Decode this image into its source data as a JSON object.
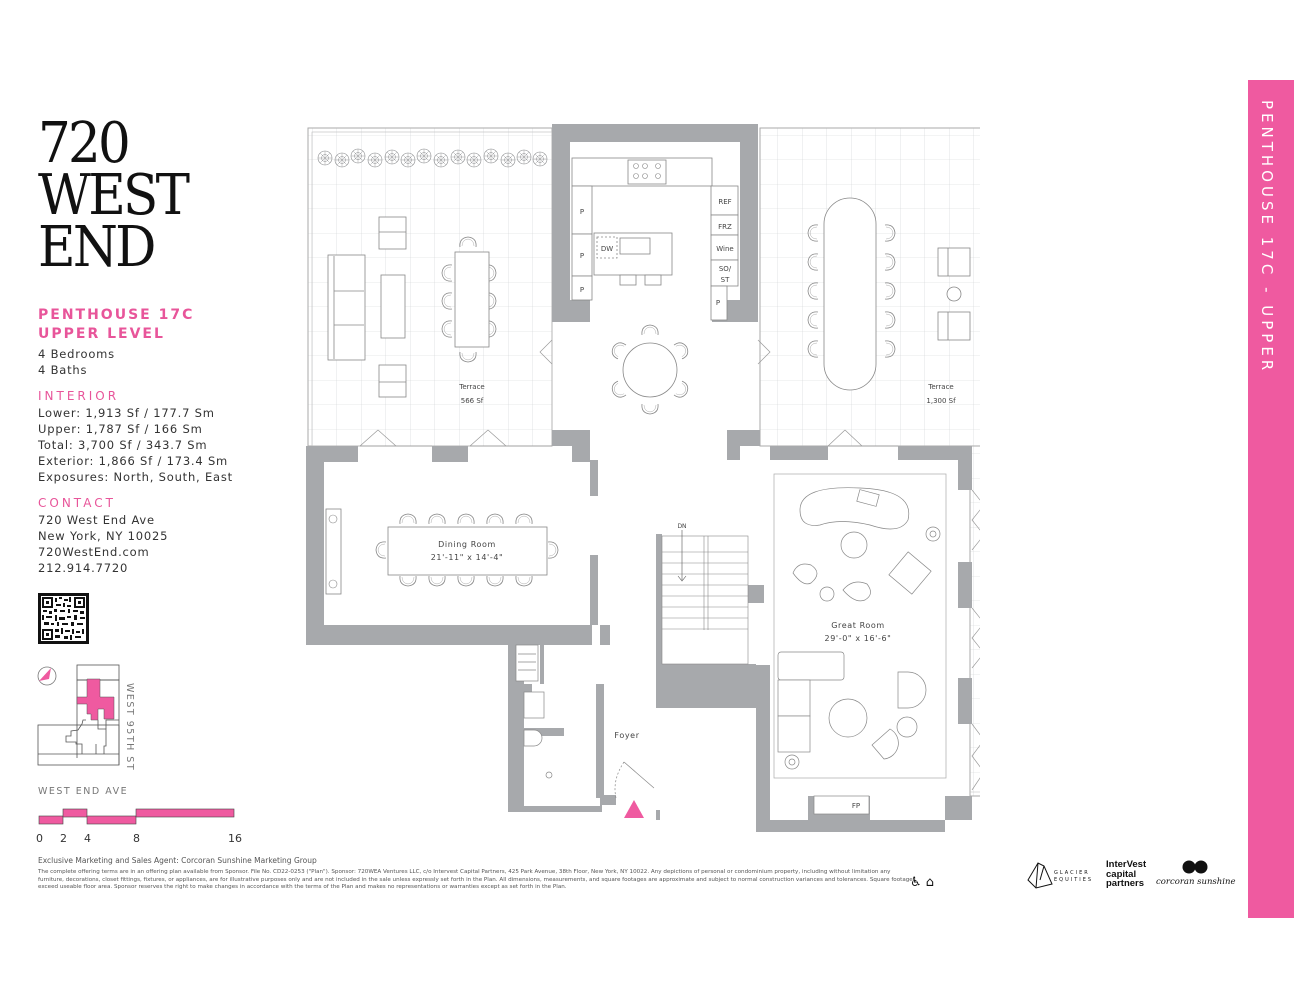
{
  "brand": {
    "logo_lines": [
      "720",
      "WEST",
      "END"
    ]
  },
  "unit": {
    "title": "PENTHOUSE 17C",
    "subtitle": "UPPER LEVEL",
    "bedrooms": "4 Bedrooms",
    "baths": "4 Baths"
  },
  "interior": {
    "heading": "INTERIOR",
    "lines": [
      "Lower: 1,913 Sf / 177.7 Sm",
      "Upper: 1,787 Sf / 166 Sm",
      "Total: 3,700 Sf / 343.7 Sm",
      "Exterior: 1,866 Sf / 173.4 Sm",
      "Exposures: North, South, East"
    ]
  },
  "contact": {
    "heading": "CONTACT",
    "address1": "720 West End Ave",
    "address2": "New York, NY 10025",
    "website": "720WestEnd.com",
    "phone": "212.914.7720"
  },
  "keyplan": {
    "street_east": "WEST 95TH ST",
    "street_south": "WEST END AVE",
    "compass_icon": "north-arrow-icon"
  },
  "scale_bar": {
    "ticks": [
      "0",
      "2",
      "4",
      "8",
      "16"
    ]
  },
  "floorplan": {
    "rooms": {
      "terrace_west": {
        "name": "Terrace",
        "area": "566 Sf"
      },
      "terrace_east": {
        "name": "Terrace",
        "area": "1,300 Sf"
      },
      "dining": {
        "name": "Dining Room",
        "dims": "21'-11\" x 14'-4\""
      },
      "great": {
        "name": "Great Room",
        "dims": "29'-0\" x 16'-6\""
      },
      "foyer": {
        "name": "Foyer"
      },
      "fireplace": {
        "name": "FP"
      },
      "stair": {
        "label": "DN"
      }
    },
    "kitchen": {
      "pantry": "P",
      "dishwasher": "DW",
      "appliances": [
        "REF",
        "FRZ",
        "Wine",
        "SO/",
        "ST"
      ]
    }
  },
  "side_tab": {
    "text": "PENTHOUSE 17C - UPPER"
  },
  "footer": {
    "agent": "Exclusive Marketing and Sales Agent: Corcoran Sunshine Marketing Group",
    "legal": "The complete offering terms are in an offering plan available from Sponsor. File No. CD22-0253 (\"Plan\"). Sponsor: 720WEA Ventures LLC, c/o Intervest Capital Partners, 425 Park Avenue, 38th Floor, New York, NY 10022. Any depictions of personal or condominium property, including without limitation any furniture, decorations, closet fittings, fixtures, or appliances, are for illustrative purposes only and are not included in the sale unless expressly set forth in the Plan. All dimensions, measurements, and square footages are approximate and subject to normal construction variances and tolerances. Square footages exceed useable floor area. Sponsor reserves the right to make changes in accordance with the terms of the Plan and makes no representations or warranties except as set forth in the Plan.",
    "icons": [
      "accessibility-icon",
      "equal-housing-icon"
    ]
  },
  "partner_logos": {
    "glacier": [
      "GLACIER",
      "EQUITIES"
    ],
    "intervest": [
      "InterVest",
      "capital",
      "partners"
    ],
    "corcoran": "corcoran sunshine"
  },
  "colors": {
    "accent_pink": "#ef5aa0",
    "wall_gray": "#a7a9ac",
    "grid_line": "#cfd1d3"
  }
}
